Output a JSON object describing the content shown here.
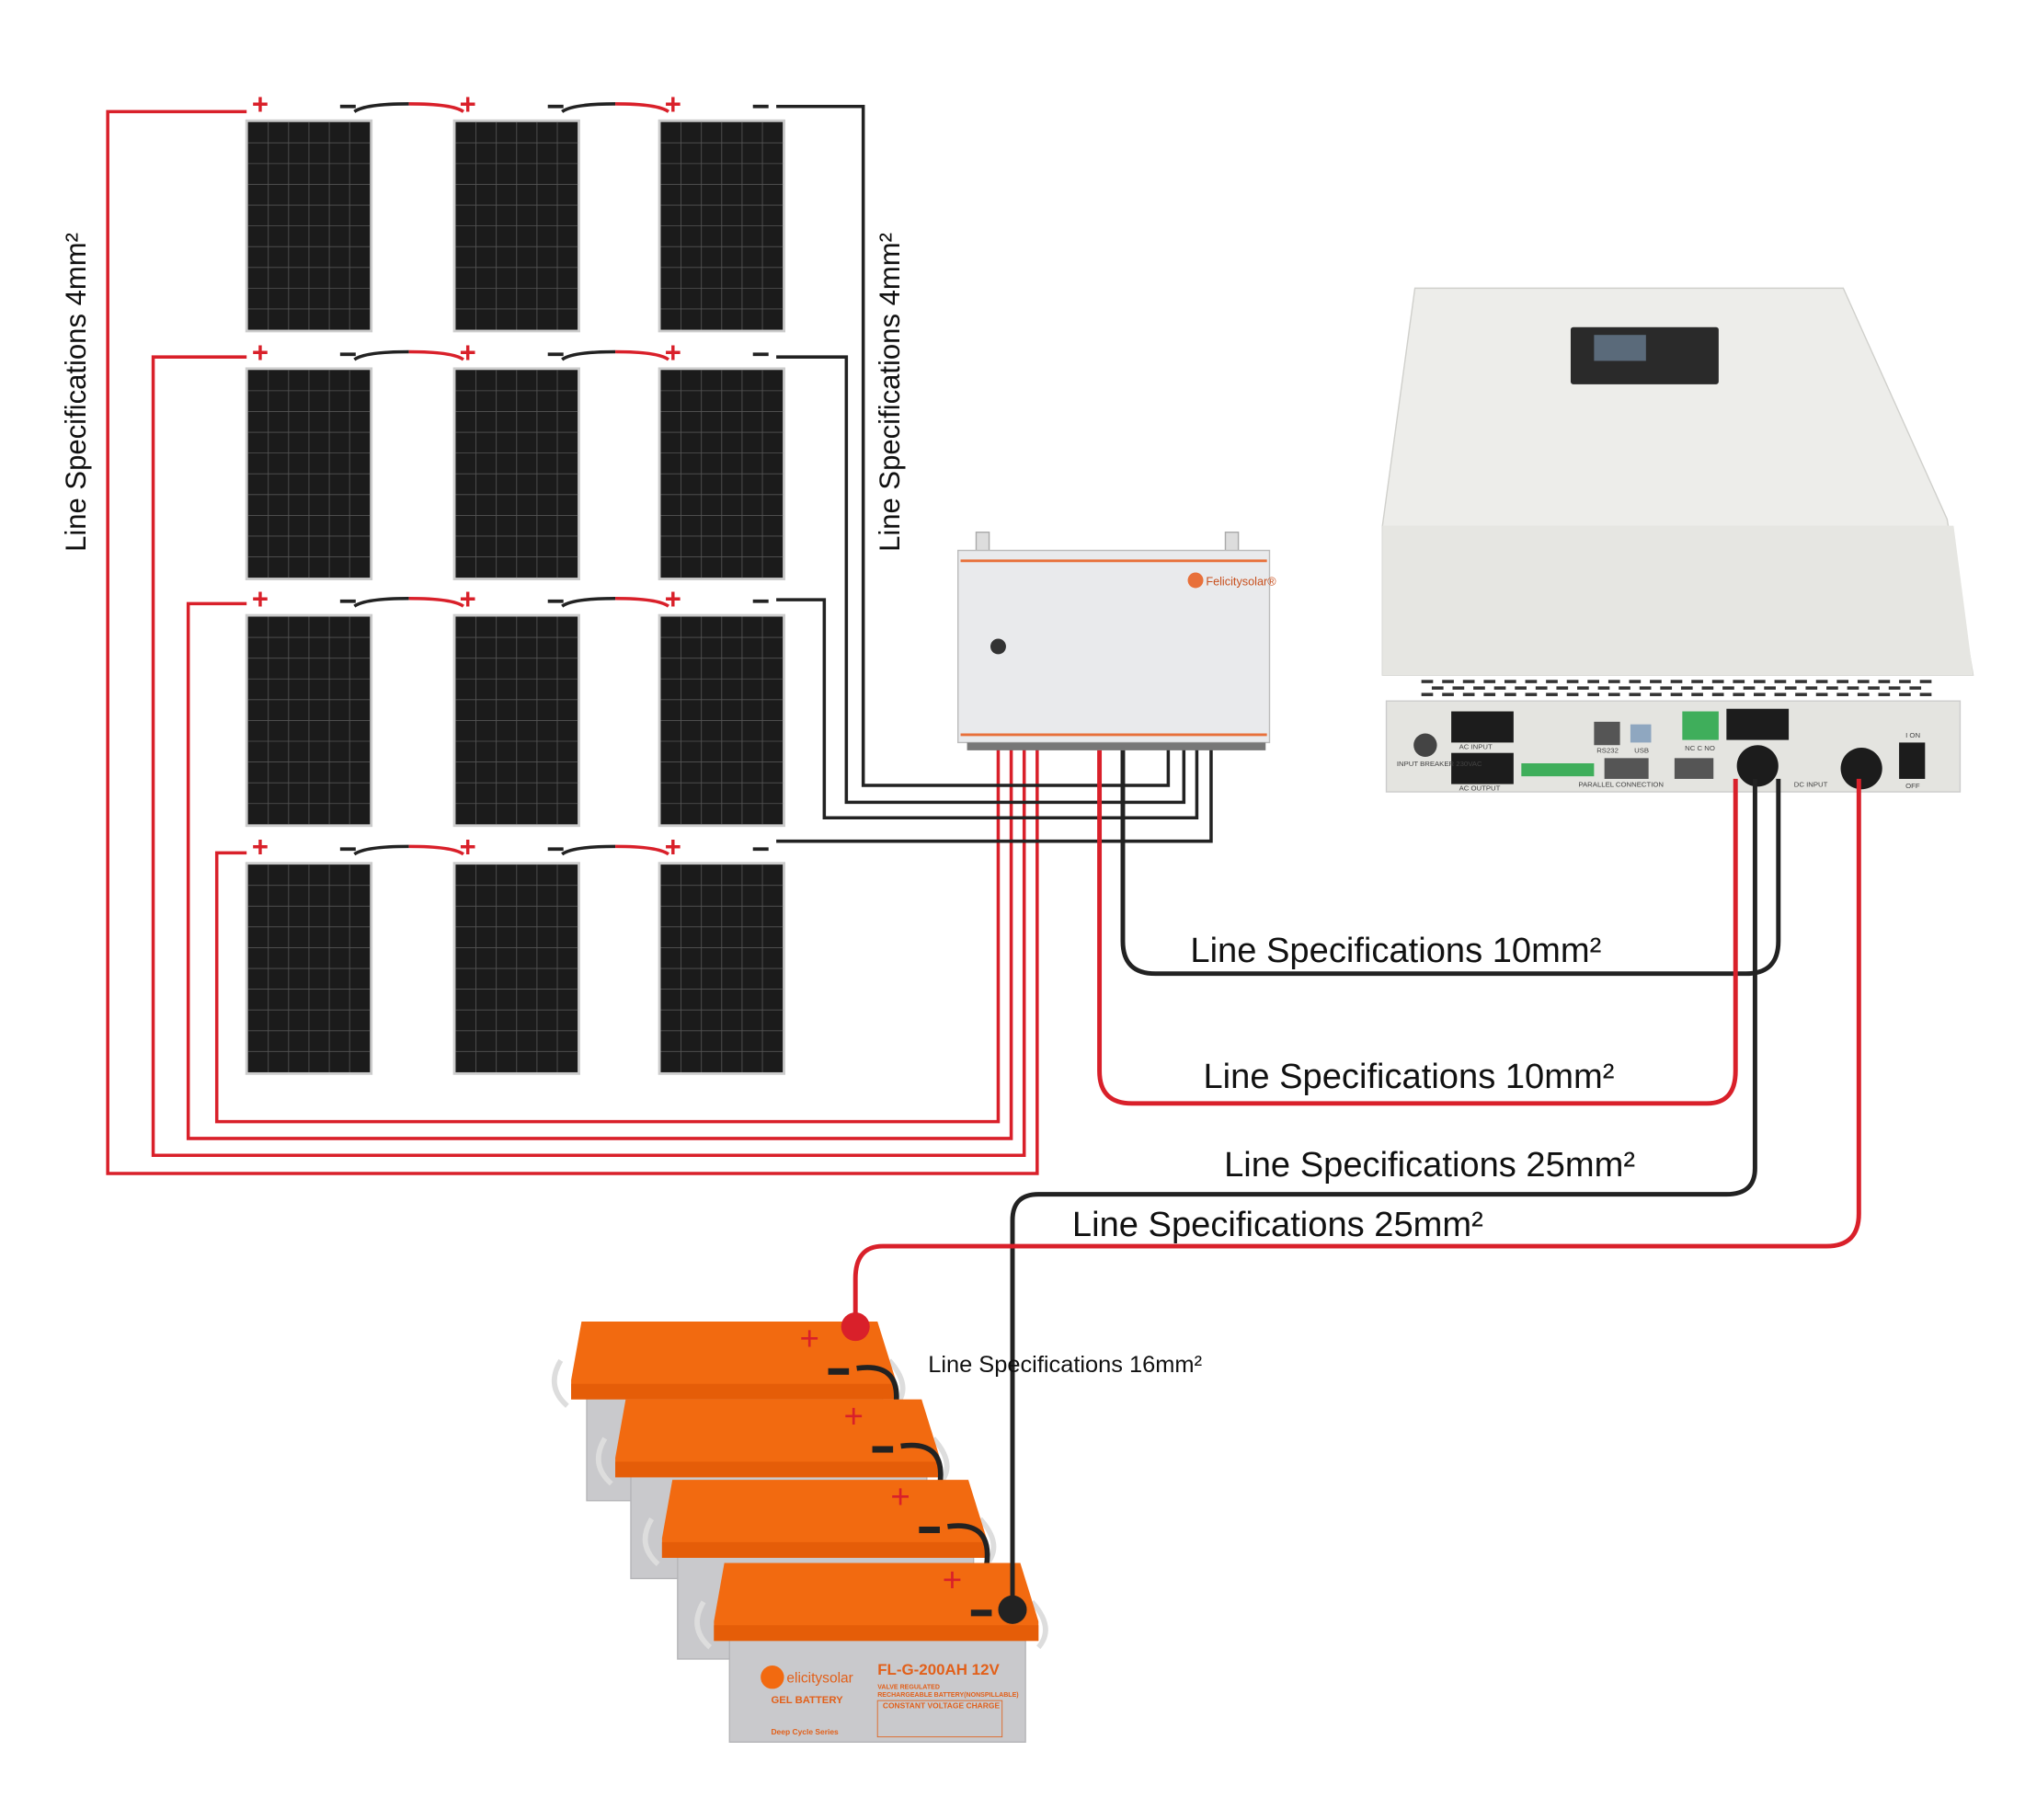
{
  "labels": {
    "left_vertical": "Line Specifications 4mm²",
    "right_vertical": "Line Specifications 4mm²",
    "pv_negative": "Line Specifications 10mm²",
    "pv_positive": "Line Specifications 10mm²",
    "battery_negative": "Line Specifications 25mm²",
    "battery_positive": "Line Specifications 25mm²",
    "battery_series": "Line Specifications 16mm²"
  },
  "combiner": {
    "brand": "Felicitysolar®"
  },
  "inverter": {
    "ports": [
      "AC INPUT",
      "AC OUTPUT",
      "RS232",
      "USB",
      "NC C NO",
      "PARALLEL CONNECTION",
      "DC INPUT",
      "INPUT BREAKER 230VAC",
      "I ON",
      "OFF"
    ]
  },
  "battery": {
    "brand": "elicitysolar",
    "type": "GEL BATTERY",
    "model": "FL-G-200AH 12V",
    "subtitle1": "VALVE REGULATED",
    "subtitle2": "RECHARGEABLE BATTERY(NONSPILLABLE)",
    "charge": "CONSTANT VOLTAGE CHARGE",
    "series": "Deep Cycle Series"
  },
  "polarity": {
    "plus": "+",
    "minus": "−"
  },
  "colors": {
    "positive": "#d9202a",
    "negative": "#222222",
    "battery_orange": "#f26a10",
    "battery_gray": "#c9c9cc",
    "panel": "#1b1b1b"
  }
}
